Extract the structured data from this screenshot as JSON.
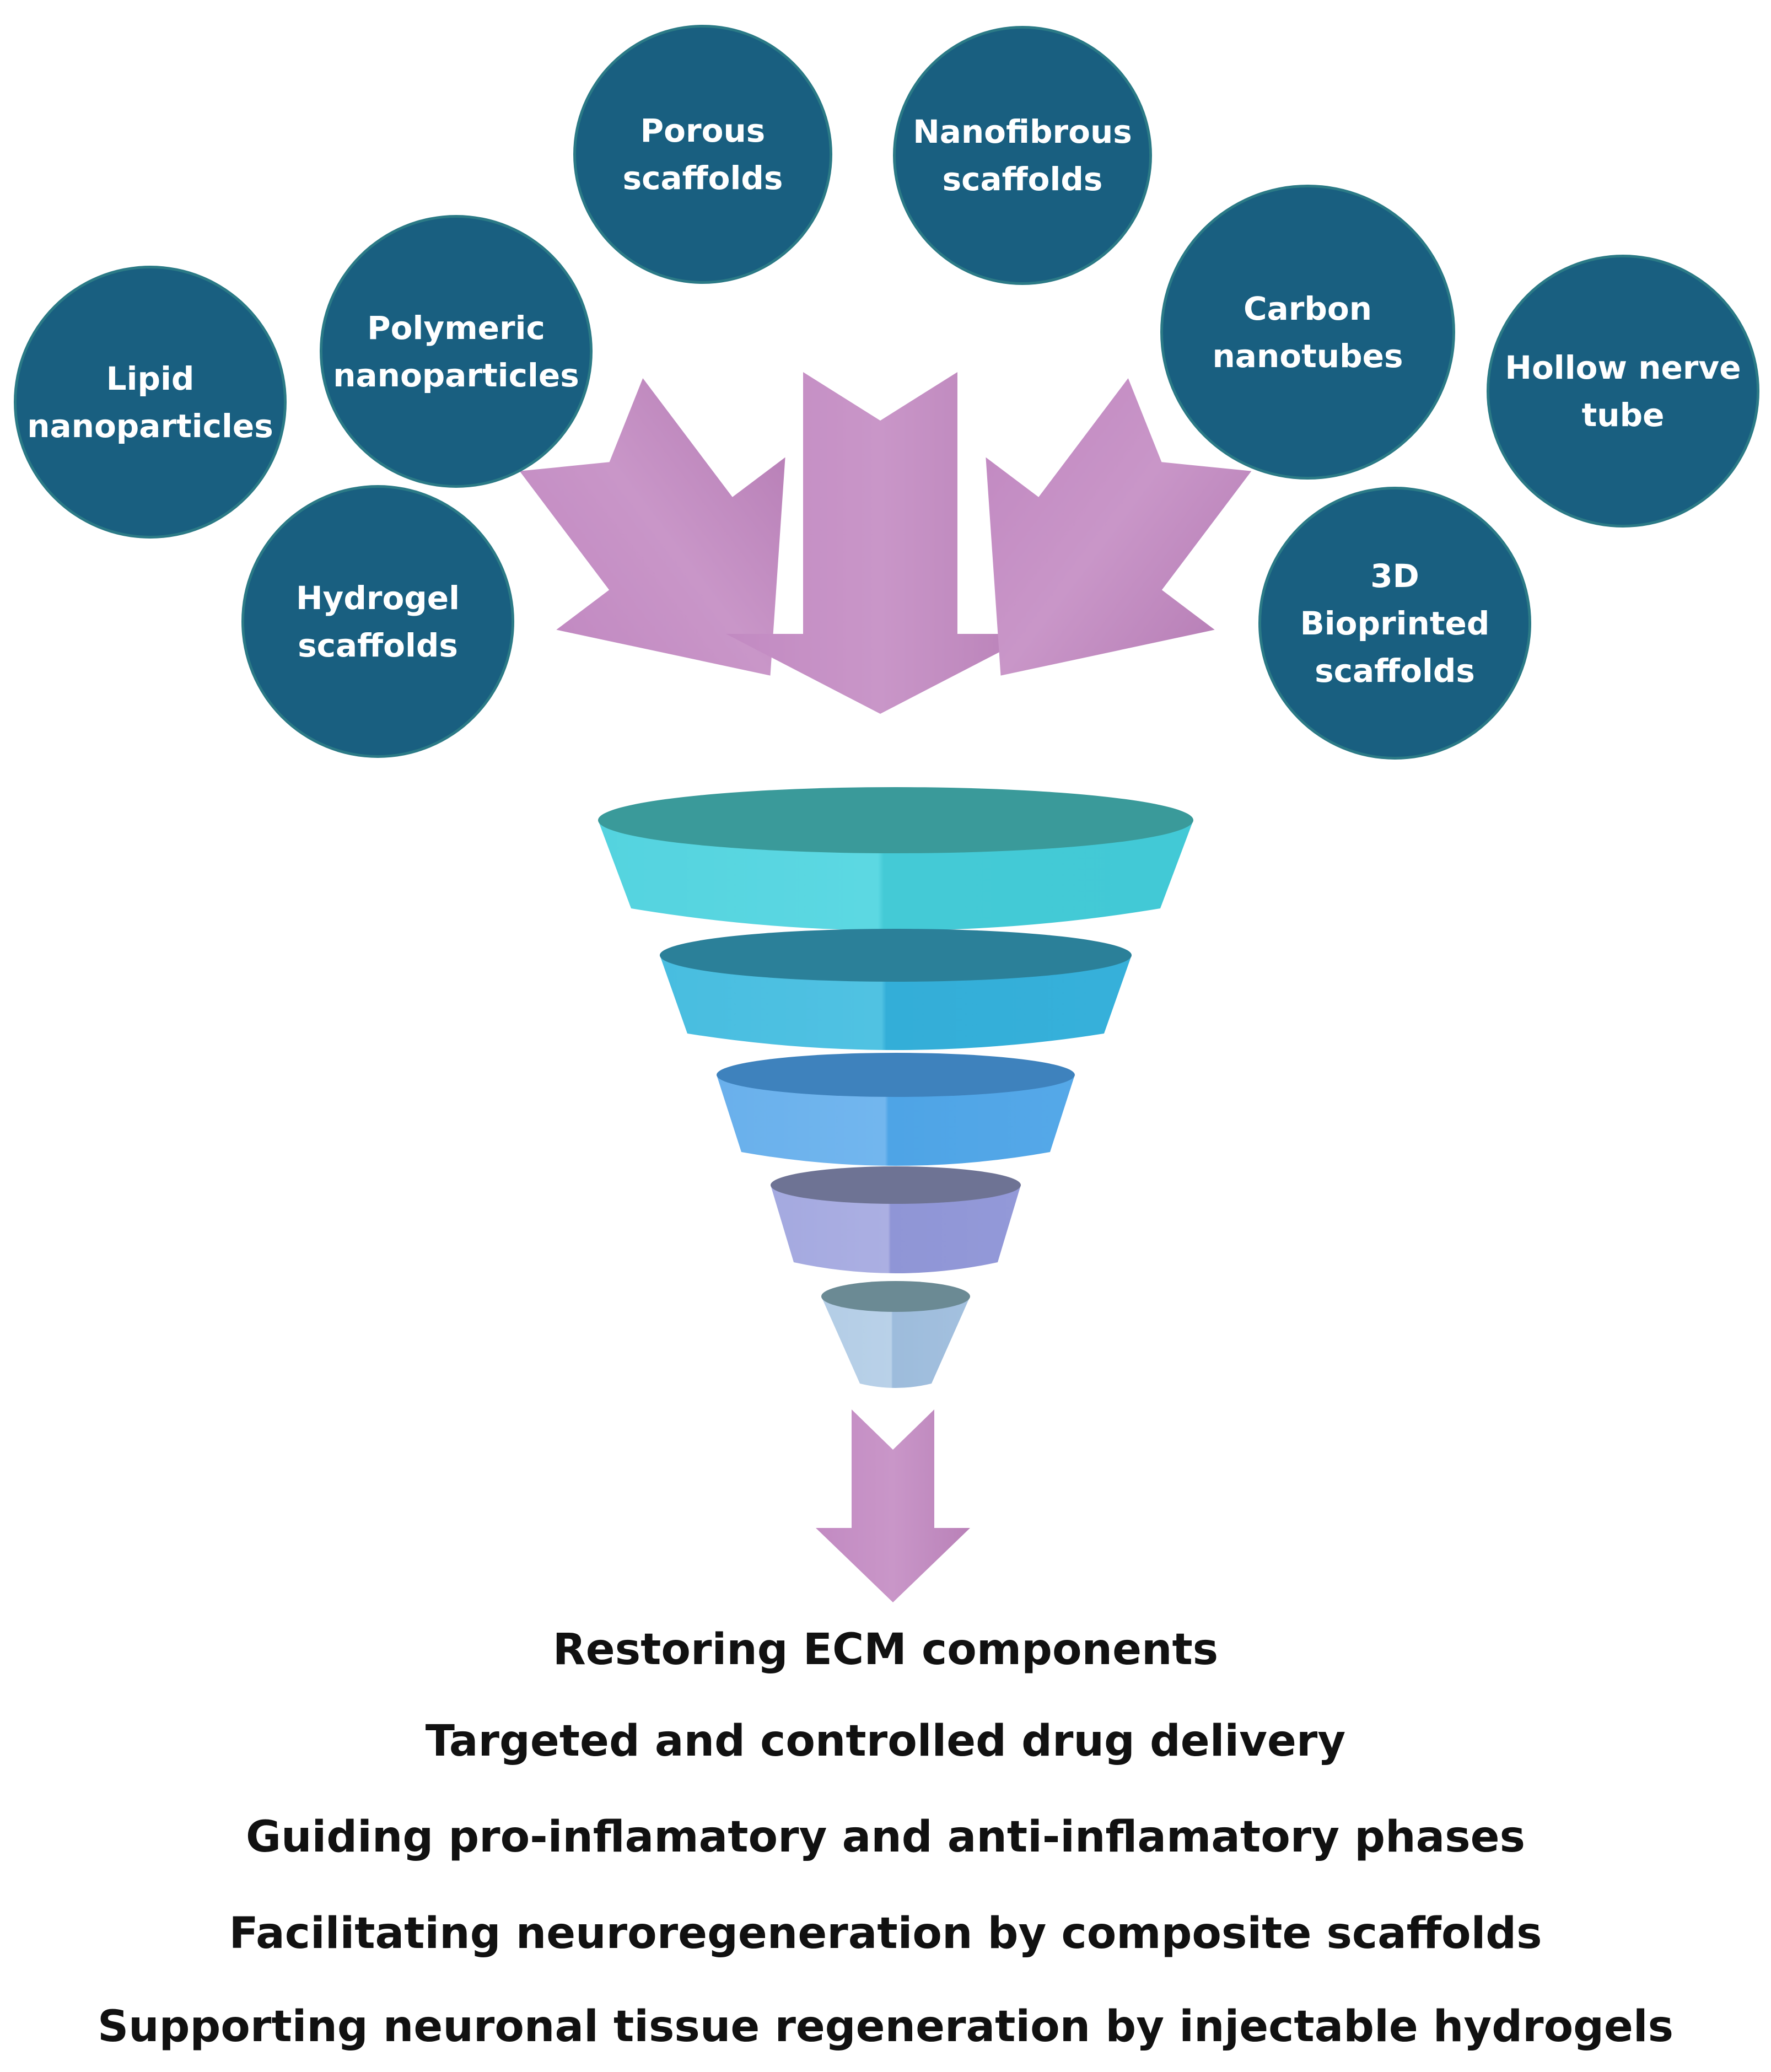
{
  "colors": {
    "circle_fill": "#195f80",
    "circle_border": "#2b7a86",
    "circle_text": "#ffffff",
    "arrow_fill": "#c48bc0",
    "funnel_tiers": [
      "#4fd3de",
      "#3ab6dd",
      "#5aa6e8",
      "#9b9fda",
      "#a7c4e0"
    ],
    "outcome_text": "#111111"
  },
  "circles": [
    {
      "id": "porous",
      "line1": "Porous",
      "line2": "scaffolds"
    },
    {
      "id": "nanofibrous",
      "line1": "Nanofibrous",
      "line2": "scaffolds"
    },
    {
      "id": "polymeric",
      "line1": "Polymeric",
      "line2": "nanoparticles"
    },
    {
      "id": "lipid",
      "line1": "Lipid",
      "line2": "nanoparticles"
    },
    {
      "id": "hydrogel",
      "line1": "Hydrogel",
      "line2": "scaffolds"
    },
    {
      "id": "carbon",
      "line1": "Carbon",
      "line2": "nanotubes"
    },
    {
      "id": "hollow",
      "line1": "Hollow nerve",
      "line2": "tube"
    },
    {
      "id": "bioprinted",
      "line1": "3D Bioprinted",
      "line2": "scaffolds"
    }
  ],
  "outcomes": [
    "Restoring ECM components",
    "Targeted and controlled drug delivery",
    "Guiding pro-inflamatory and anti-inflamatory phases",
    "Facilitating neuroregeneration by composite scaffolds",
    "Supporting neuronal tissue regeneration by injectable hydrogels"
  ]
}
